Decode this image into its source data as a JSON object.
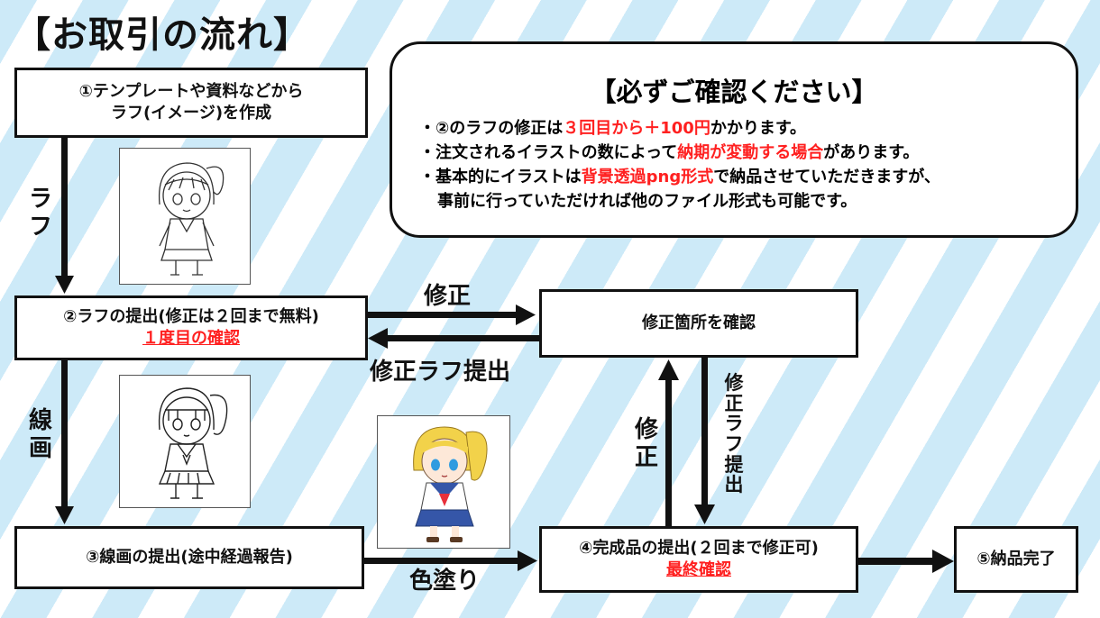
{
  "title": "【お取引の流れ】",
  "notice": {
    "heading": "【必ずご確認ください】",
    "l1a": "・②のラフの修正は",
    "l1b": "３回目から＋100円",
    "l1c": "かかります。",
    "l2a": "・注文されるイラストの数によって",
    "l2b": "納期が変動する場合",
    "l2c": "があります。",
    "l3a": "・基本的にイラストは",
    "l3b": "背景透過png形式",
    "l3c": "で納品させていただきますが、",
    "l4": "事前に行っていただければ他のファイル形式も可能です。"
  },
  "steps": {
    "s1_line1": "①テンプレートや資料などから",
    "s1_line2": "ラフ(イメージ)を作成",
    "s2_line1": "②ラフの提出(修正は２回まで無料)",
    "s2_line2": "１度目の確認",
    "s3": "③線画の提出(途中経過報告)",
    "s4_line1": "④完成品の提出(２回まで修正可)",
    "s4_line2": "最終確認",
    "s5": "⑤納品完了",
    "check": "修正箇所を確認"
  },
  "labels": {
    "rough": "ラフ",
    "lineart": "線画",
    "fix_top": "修正",
    "fix_rough_top": "修正ラフ提出",
    "coloring": "色塗り",
    "fix_vertical": "修正",
    "fix_rough_vertical": "修正ラフ提出"
  },
  "colors": {
    "text": "#111111",
    "accent_red": "#ff2020",
    "stripe_blue": "#cdeaf8",
    "hair": "#f2d24a",
    "eyes": "#2f9be0",
    "skirt": "#3556a8",
    "tie": "#e8303a"
  }
}
